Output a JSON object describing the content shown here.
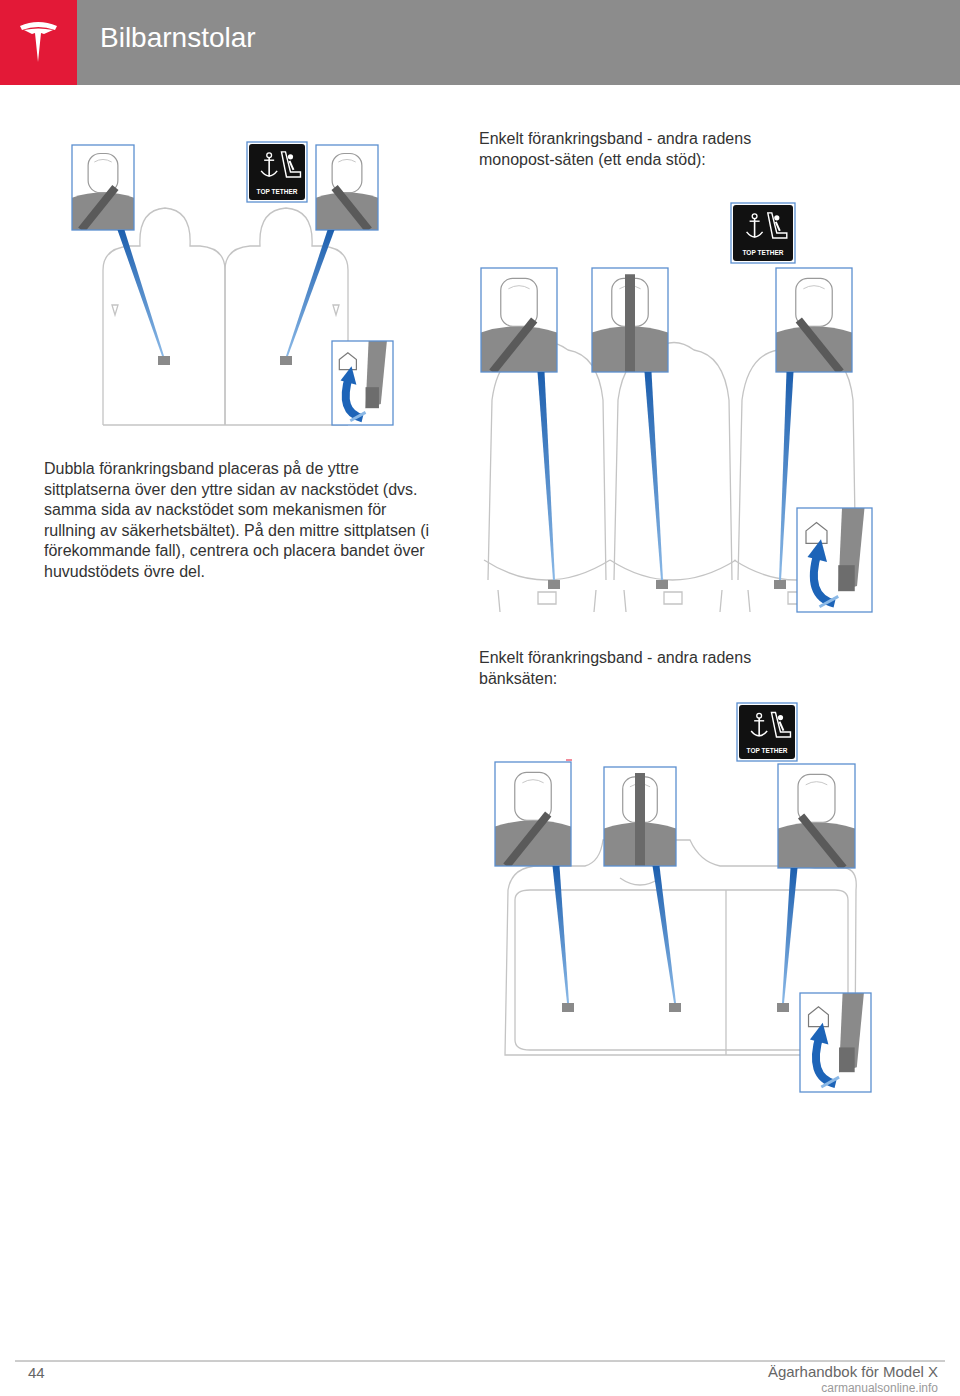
{
  "diagram": {
    "title": "Bilbarnstolar",
    "nodes": [
      {
        "text": [
          "TOP TETHER"
        ]
      },
      {
        "text": [
          "TOP TETHER"
        ]
      },
      {
        "text": [
          "TOP TETHER"
        ]
      }
    ],
    "labels": [
      "Dubbla förankringsband placeras på de yttre sittplatserna över den yttre sidan av nackstödet (dvs. samma sida av nackstödet som mekanismen för rullning av säkerhetsbältet). På den mittre sittplatsen (i förekommande fall), centrera och placera bandet över huvudstödets övre del.",
      "Enkelt förankringsband - andra radens monopost-säten (ett enda stöd):",
      "Enkelt förankringsband - andra radens bänksäten:",
      "44",
      "Ägarhandbok för Model X",
      "carmanualsonline.info"
    ]
  }
}
